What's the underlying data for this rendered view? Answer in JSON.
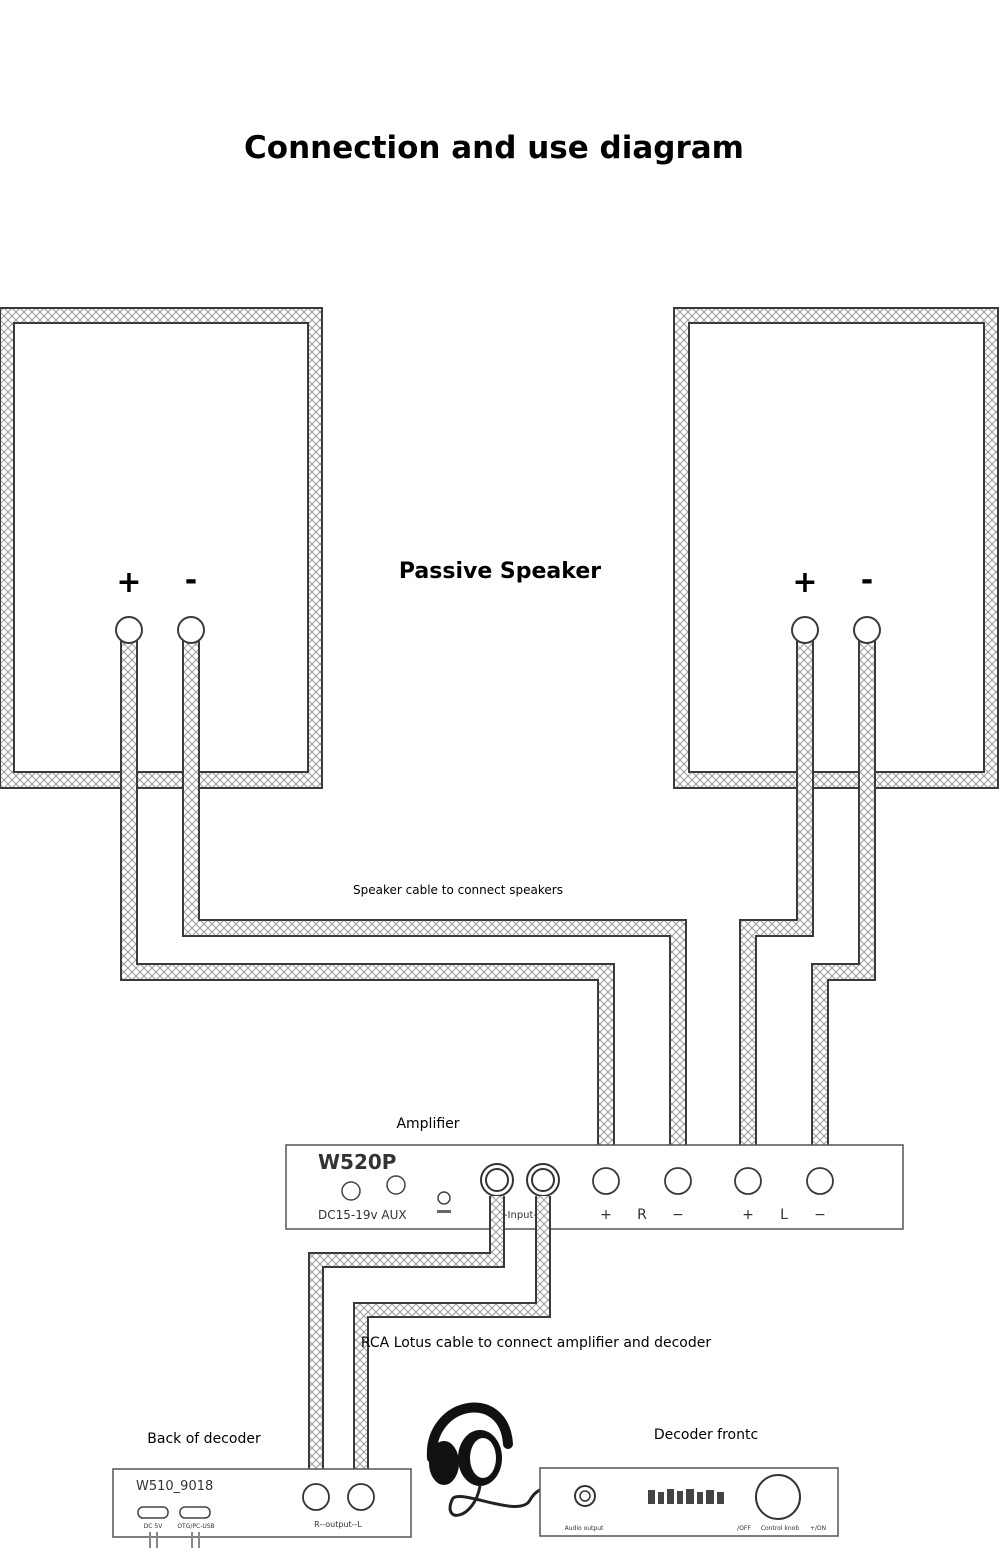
{
  "title": "Connection and use diagram",
  "passive_speaker_label": "Passive Speaker",
  "speaker_cable_label": "Speaker cable to connect speakers",
  "amplifier_label": "Amplifier",
  "rca_cable_label": "RCA Lotus cable to connect amplifier and decoder",
  "back_of_decoder_label": "Back of decoder",
  "decoder_front_label": "Decoder frontc",
  "left_speaker": {
    "plus": "+",
    "minus": "-"
  },
  "right_speaker": {
    "plus": "+",
    "minus": "-"
  },
  "amplifier": {
    "model": "W520P",
    "power_aux": "DC15-19v  AUX",
    "rca_input": "R-Input-L",
    "out_plus_r": "+",
    "out_r": "R",
    "out_minus_r": "−",
    "out_plus_l": "+",
    "out_l": "L",
    "out_minus_l": "−"
  },
  "decoder_back": {
    "model": "W510_9018",
    "dc_port": "DC 5V",
    "otg_port": "OTG/PC-USB",
    "rca_output": "R--output--L"
  },
  "decoder_front": {
    "audio_output": "Audio output",
    "off": "/OFF",
    "control_knob": "Control knob",
    "on": "+/ON"
  },
  "colors": {
    "line": "#3a3a3a",
    "hatch": "#9a9a9a",
    "background": "#ffffff"
  }
}
